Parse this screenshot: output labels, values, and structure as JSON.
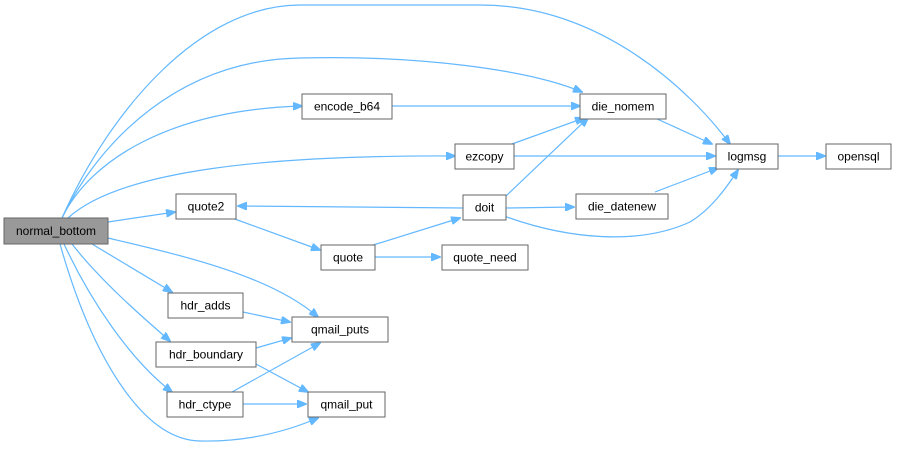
{
  "colors": {
    "edge": "#63b8ff",
    "root_fill": "#999999",
    "node_border": "#666666"
  },
  "nodes": {
    "normal_bottom": "normal_bottom",
    "encode_b64": "encode_b64",
    "die_nomem": "die_nomem",
    "ezcopy": "ezcopy",
    "logmsg": "logmsg",
    "opensql": "opensql",
    "quote2": "quote2",
    "doit": "doit",
    "die_datenew": "die_datenew",
    "quote": "quote",
    "quote_need": "quote_need",
    "hdr_adds": "hdr_adds",
    "qmail_puts": "qmail_puts",
    "hdr_boundary": "hdr_boundary",
    "hdr_ctype": "hdr_ctype",
    "qmail_put": "qmail_put"
  },
  "edges": [
    [
      "normal_bottom",
      "logmsg"
    ],
    [
      "normal_bottom",
      "die_nomem"
    ],
    [
      "normal_bottom",
      "encode_b64"
    ],
    [
      "normal_bottom",
      "ezcopy"
    ],
    [
      "normal_bottom",
      "quote2"
    ],
    [
      "normal_bottom",
      "qmail_puts"
    ],
    [
      "normal_bottom",
      "hdr_adds"
    ],
    [
      "normal_bottom",
      "hdr_boundary"
    ],
    [
      "normal_bottom",
      "hdr_ctype"
    ],
    [
      "normal_bottom",
      "qmail_put"
    ],
    [
      "encode_b64",
      "die_nomem"
    ],
    [
      "die_nomem",
      "logmsg"
    ],
    [
      "ezcopy",
      "die_nomem"
    ],
    [
      "ezcopy",
      "logmsg"
    ],
    [
      "logmsg",
      "opensql"
    ],
    [
      "doit",
      "quote2"
    ],
    [
      "doit",
      "die_nomem"
    ],
    [
      "doit",
      "die_datenew"
    ],
    [
      "doit",
      "logmsg"
    ],
    [
      "die_datenew",
      "logmsg"
    ],
    [
      "quote2",
      "quote"
    ],
    [
      "quote",
      "doit"
    ],
    [
      "quote",
      "quote_need"
    ],
    [
      "hdr_adds",
      "qmail_puts"
    ],
    [
      "hdr_boundary",
      "qmail_puts"
    ],
    [
      "hdr_boundary",
      "qmail_put"
    ],
    [
      "hdr_ctype",
      "qmail_puts"
    ],
    [
      "hdr_ctype",
      "qmail_put"
    ]
  ]
}
